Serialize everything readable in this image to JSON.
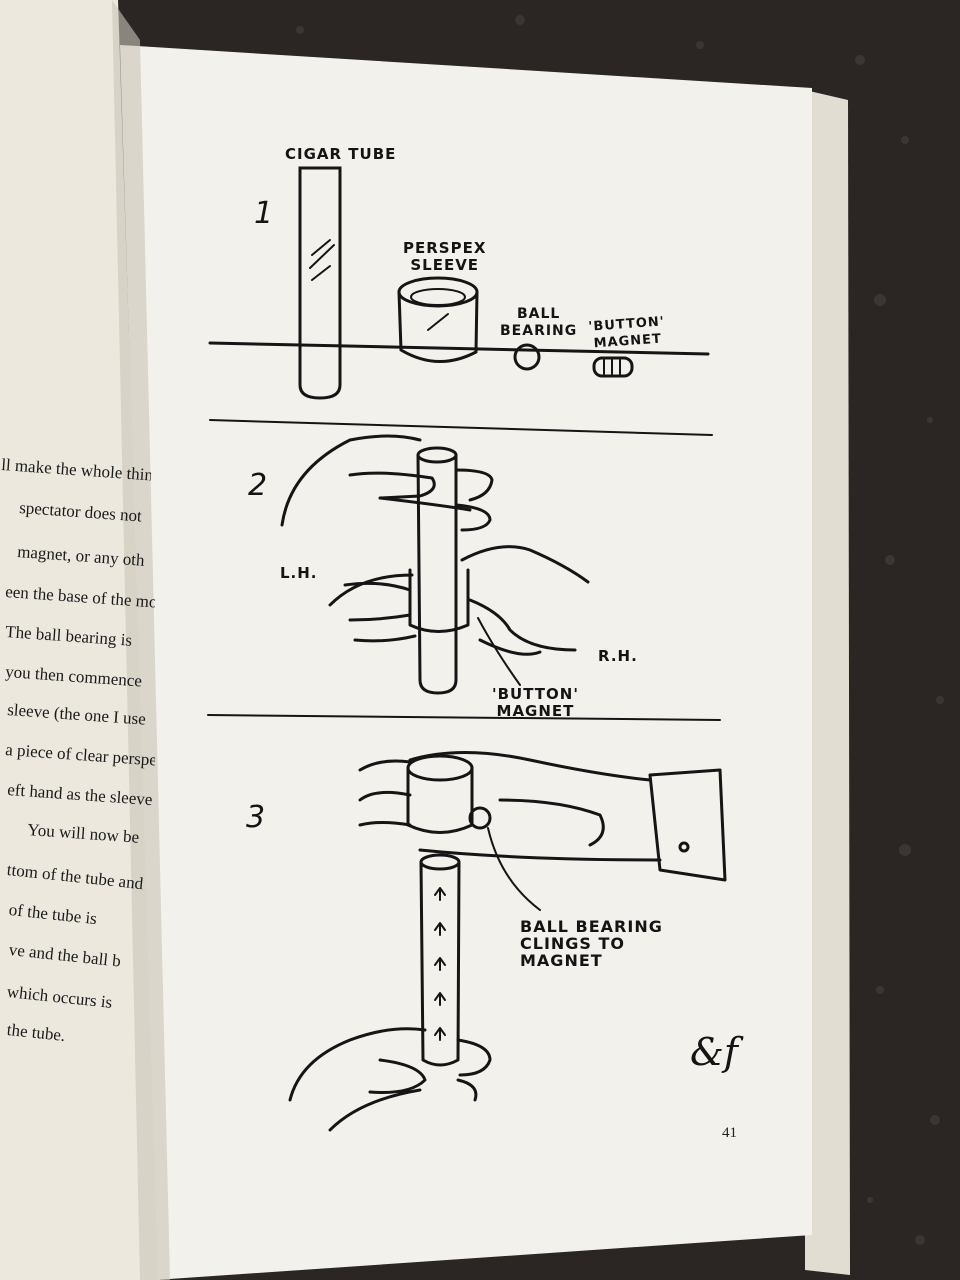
{
  "page_number": "41",
  "signature": "&f",
  "figures": [
    {
      "number": "1",
      "labels": {
        "cigar_tube": "CIGAR TUBE",
        "perspex_sleeve": "PERSPEX\nSLEEVE",
        "ball_bearing": "BALL\nBEARING",
        "button_magnet": "'BUTTON'\nMAGNET"
      }
    },
    {
      "number": "2",
      "labels": {
        "left_hand": "L.H.",
        "right_hand": "R.H.",
        "button_magnet": "'BUTTON'\nMAGNET"
      }
    },
    {
      "number": "3",
      "labels": {
        "ball_clings": "BALL BEARING\nCLINGS TO\nMAGNET"
      }
    }
  ],
  "facing_page_fragments": [
    "ll make the whole thing",
    "spectator does not",
    "magnet, or any oth",
    "een the base of the mo",
    "The ball bearing is",
    "you then commence",
    "sleeve (the one I use",
    "a piece of clear perspex",
    "eft hand as the sleeve",
    "You will now be",
    "ttom of the tube and",
    "of the tube is",
    "ve and the ball b",
    "which occurs is",
    "the tube."
  ]
}
